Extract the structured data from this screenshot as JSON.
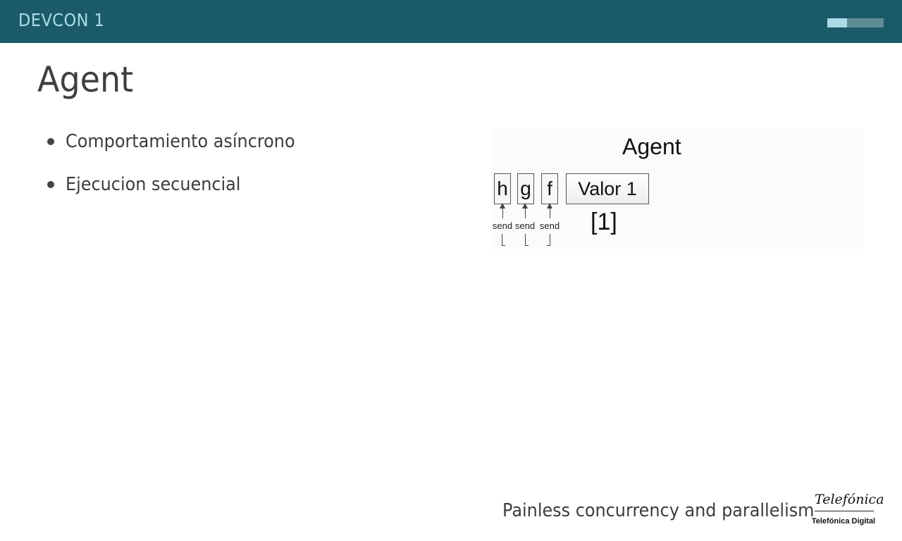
{
  "header": {
    "title": "DEVCON 1",
    "progress_fraction": 0.35,
    "colors": {
      "bar": "#1b5a68",
      "accent": "#aadbe6"
    }
  },
  "slide": {
    "title": "Agent",
    "bullets": [
      "Comportamiento asíncrono",
      "Ejecucion secuencial"
    ]
  },
  "figure": {
    "title": "Agent",
    "messages": [
      "h",
      "g",
      "f"
    ],
    "send_label": "send",
    "value": "Valor 1",
    "state": "[1]"
  },
  "footer": {
    "text": "Painless concurrency and parallelism",
    "logo": {
      "script": "Telefónica",
      "sub": "Telefónica Digital"
    }
  }
}
